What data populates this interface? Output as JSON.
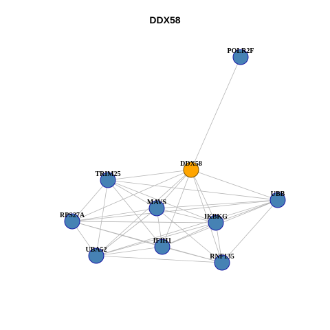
{
  "title": "DDX58",
  "colors": {
    "query_node_fill": "#ffa500",
    "node_fill": "#4682b4",
    "node_border": "#1a1aa6",
    "query_node_border": "#7a5200",
    "edge": "#b4b4b4"
  },
  "nodes": [
    {
      "id": "POLR2F",
      "label": "POLR2F",
      "role": "neighbor"
    },
    {
      "id": "DDX58",
      "label": "DDX58",
      "role": "query"
    },
    {
      "id": "TRIM25",
      "label": "TRIM25",
      "role": "neighbor"
    },
    {
      "id": "UBB",
      "label": "UBB",
      "role": "neighbor"
    },
    {
      "id": "MAVS",
      "label": "MAVS",
      "role": "neighbor"
    },
    {
      "id": "RPS27A",
      "label": "RPS27A",
      "role": "neighbor"
    },
    {
      "id": "IKBKG",
      "label": "IKBKG",
      "role": "neighbor"
    },
    {
      "id": "IFIH1",
      "label": "IFIH1",
      "role": "neighbor"
    },
    {
      "id": "UBA52",
      "label": "UBA52",
      "role": "neighbor"
    },
    {
      "id": "RNF135",
      "label": "RNF135",
      "role": "neighbor"
    }
  ],
  "edges": [
    [
      "POLR2F",
      "DDX58"
    ],
    [
      "DDX58",
      "TRIM25"
    ],
    [
      "DDX58",
      "UBB"
    ],
    [
      "DDX58",
      "MAVS"
    ],
    [
      "DDX58",
      "RPS27A"
    ],
    [
      "DDX58",
      "IKBKG"
    ],
    [
      "DDX58",
      "IFIH1"
    ],
    [
      "DDX58",
      "UBA52"
    ],
    [
      "DDX58",
      "RNF135"
    ],
    [
      "TRIM25",
      "UBB"
    ],
    [
      "TRIM25",
      "MAVS"
    ],
    [
      "TRIM25",
      "RPS27A"
    ],
    [
      "TRIM25",
      "IKBKG"
    ],
    [
      "TRIM25",
      "IFIH1"
    ],
    [
      "TRIM25",
      "UBA52"
    ],
    [
      "MAVS",
      "UBB"
    ],
    [
      "MAVS",
      "RPS27A"
    ],
    [
      "MAVS",
      "IKBKG"
    ],
    [
      "MAVS",
      "IFIH1"
    ],
    [
      "MAVS",
      "UBA52"
    ],
    [
      "MAVS",
      "RNF135"
    ],
    [
      "UBB",
      "RPS27A"
    ],
    [
      "UBB",
      "IKBKG"
    ],
    [
      "UBB",
      "IFIH1"
    ],
    [
      "UBB",
      "UBA52"
    ],
    [
      "UBB",
      "RNF135"
    ],
    [
      "RPS27A",
      "IKBKG"
    ],
    [
      "RPS27A",
      "IFIH1"
    ],
    [
      "RPS27A",
      "UBA52"
    ],
    [
      "RPS27A",
      "RNF135"
    ],
    [
      "IKBKG",
      "IFIH1"
    ],
    [
      "IKBKG",
      "UBA52"
    ],
    [
      "IKBKG",
      "RNF135"
    ],
    [
      "IFIH1",
      "UBA52"
    ],
    [
      "IFIH1",
      "RNF135"
    ],
    [
      "UBA52",
      "RNF135"
    ]
  ]
}
